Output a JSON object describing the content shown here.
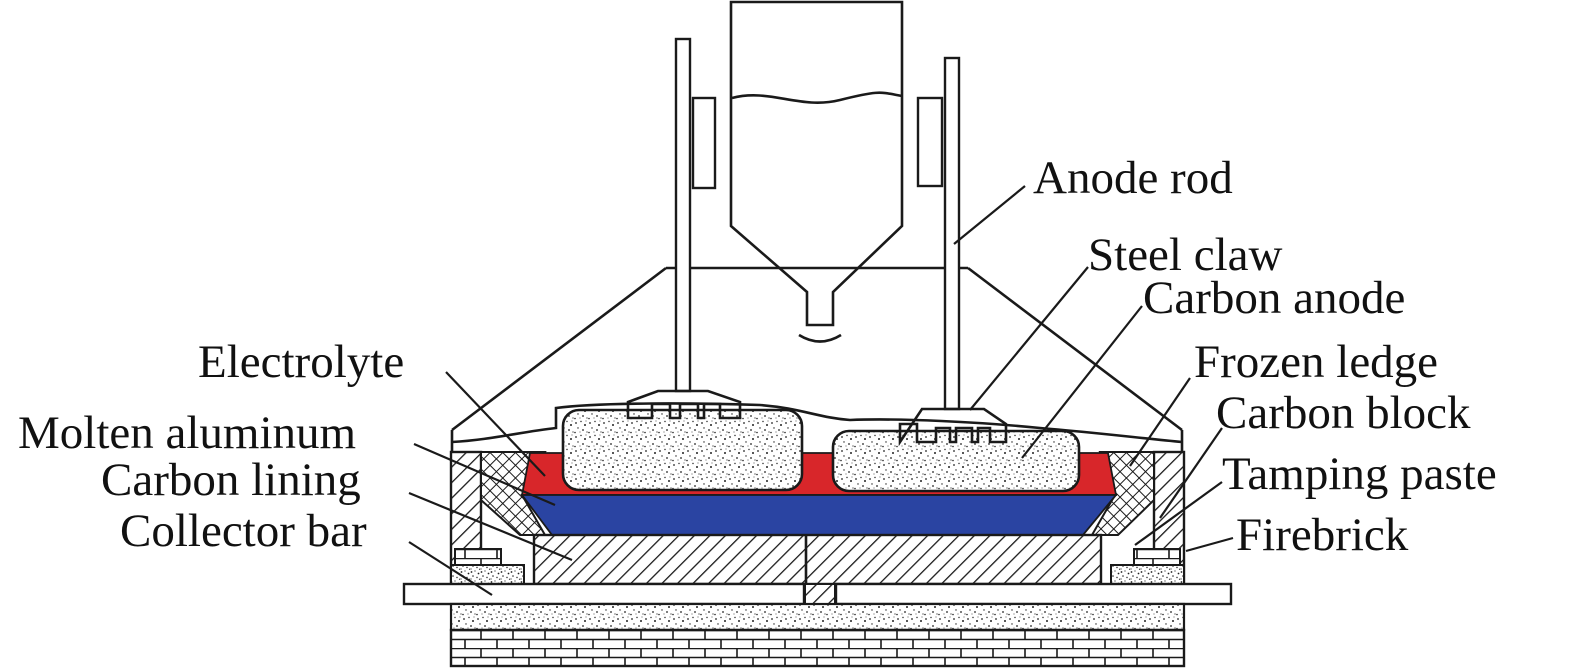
{
  "diagram": {
    "labels": {
      "anode_rod": "Anode rod",
      "steel_claw": "Steel claw",
      "carbon_anode": "Carbon anode",
      "frozen_ledge": "Frozen ledge",
      "carbon_block": "Carbon block",
      "tamping_paste": "Tamping paste",
      "firebrick": "Firebrick",
      "electrolyte": "Electrolyte",
      "molten_aluminum": "Molten aluminum",
      "carbon_lining": "Carbon lining",
      "collector_bar": "Collector bar"
    },
    "colors": {
      "electrolyte": "#d8262a",
      "molten_aluminum": "#2a44a2",
      "line": "#1a1a1a",
      "background": "#ffffff"
    }
  }
}
